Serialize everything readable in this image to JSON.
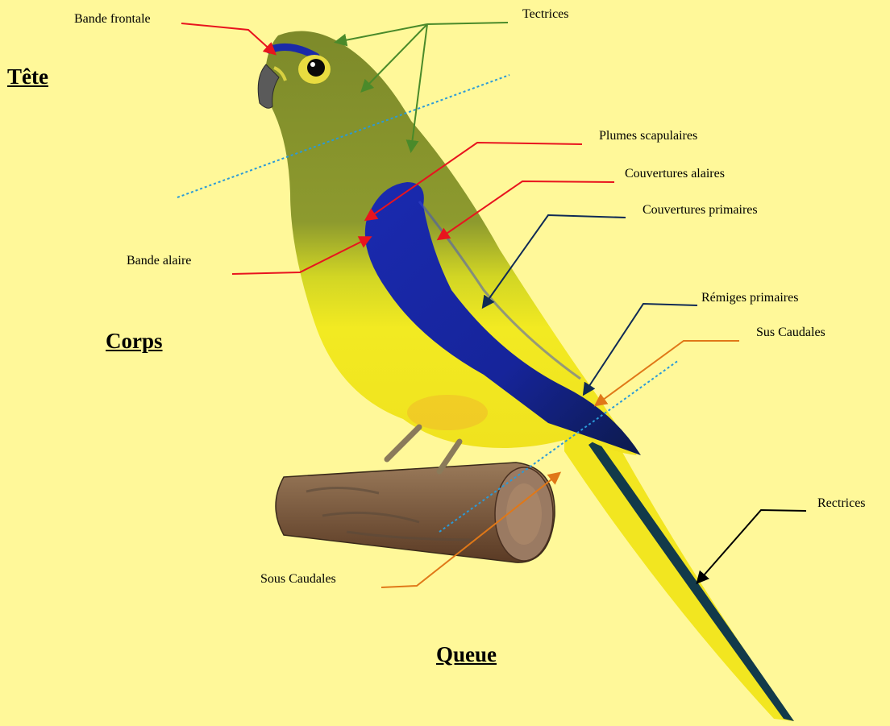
{
  "sections": {
    "head": "Tête",
    "body": "Corps",
    "tail": "Queue"
  },
  "labels": {
    "bande_frontale": "Bande frontale",
    "tectrices": "Tectrices",
    "plumes_scapulaires": "Plumes scapulaires",
    "couvertures_alaires": "Couvertures alaires",
    "couvertures_primaires": "Couvertures primaires",
    "bande_alaire": "Bande alaire",
    "remiges_primaires": "Rémiges primaires",
    "sus_caudales": "Sus Caudales",
    "rectrices": "Rectrices",
    "sous_caudales": "Sous Caudales"
  },
  "colors": {
    "background": "#fff899",
    "leader_red": "#e8141e",
    "leader_green": "#4a8a2a",
    "leader_navy": "#0f2a55",
    "leader_orange": "#e07818",
    "leader_black": "#000000",
    "divider": "#2a9ad8",
    "bird_olive": "#8a9a2c",
    "bird_yellow": "#f2ea20",
    "wing_blue": "#1a2aa8"
  }
}
